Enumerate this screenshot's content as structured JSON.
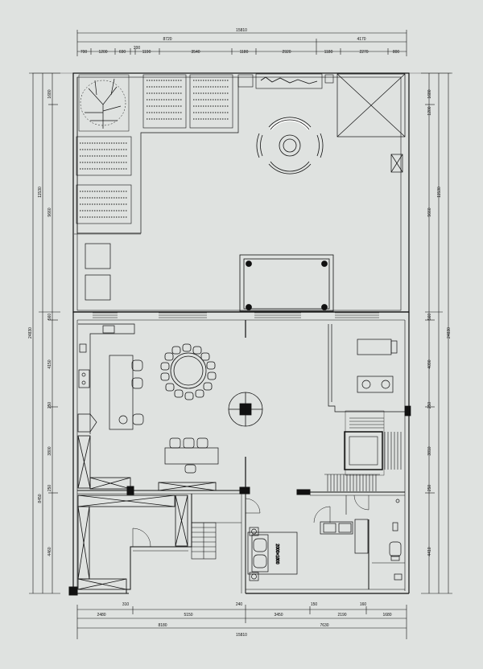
{
  "dims": {
    "top_total": "15810",
    "top_segments": [
      "8720",
      "4170"
    ],
    "top_details": [
      "700",
      "1200",
      "690",
      "200",
      "1190",
      "3540",
      "1180",
      "2920",
      "1180",
      "2270",
      "800"
    ],
    "bottom_details": [
      "310",
      "2480",
      "5150",
      "240",
      "3450",
      "150",
      "2190",
      "160",
      "1680"
    ],
    "bottom_segments": [
      "8180",
      "7630"
    ],
    "bottom_total": "15810",
    "left_outer": "24830",
    "left_mid": [
      "11530",
      "8450"
    ],
    "left_inner": [
      "1680",
      "9660",
      "560",
      "4150",
      "250",
      "3800",
      "250",
      "4460"
    ],
    "right_outer": "24830",
    "right_mid": [
      "11530"
    ],
    "right_inner": [
      "1680",
      "1200",
      "9660",
      "560",
      "4090",
      "250",
      "3810",
      "250",
      "4410"
    ]
  },
  "labels": {
    "bed_size": "2000×1800"
  }
}
